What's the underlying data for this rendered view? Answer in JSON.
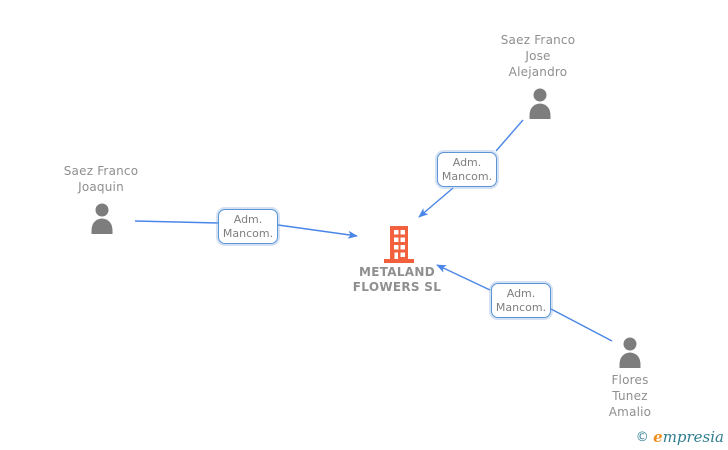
{
  "diagram": {
    "company": {
      "name_line1": "METALAND",
      "name_line2": "FLOWERS SL",
      "icon": "building-icon",
      "icon_color": "#f2603d"
    },
    "persons": [
      {
        "line1": "Saez Franco",
        "line2": "Jose",
        "line3": "Alejandro"
      },
      {
        "line1": "Saez Franco",
        "line2": "Joaquin"
      },
      {
        "line1": "Flores",
        "line2": "Tunez",
        "line3": "Amalio"
      }
    ],
    "relationships": [
      {
        "line1": "Adm.",
        "line2": "Mancom."
      },
      {
        "line1": "Adm.",
        "line2": "Mancom."
      },
      {
        "line1": "Adm.",
        "line2": "Mancom."
      }
    ],
    "colors": {
      "edge_blue": "#4a86e8",
      "box_border_blue": "#5c95d6",
      "person_gray": "#7d7d7d",
      "text_gray": "#8f8f8f",
      "company_orange": "#f2603d",
      "logo_teal": "#2e7e90",
      "logo_orange": "#ef8f1f"
    }
  },
  "watermark": {
    "copyright_symbol": "©",
    "brand_initial": "e",
    "brand_rest": "mpresia"
  }
}
